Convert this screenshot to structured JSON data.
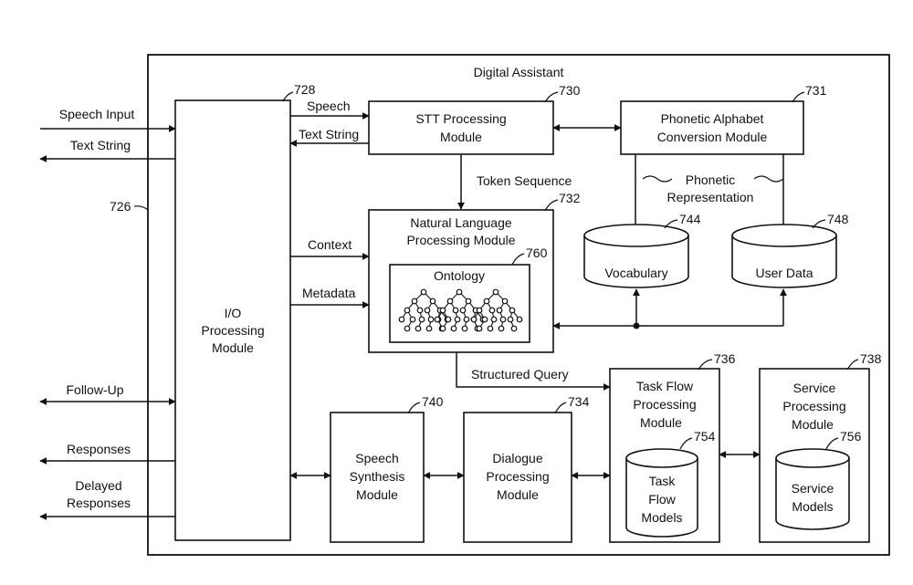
{
  "system_title": "Digital Assistant",
  "external_signals": {
    "speech_input": "Speech Input",
    "text_string": "Text String",
    "follow_up": "Follow-Up",
    "responses": "Responses",
    "delayed_responses_line1": "Delayed",
    "delayed_responses_line2": "Responses",
    "ref_726": "726"
  },
  "io_module": {
    "lines": [
      "I/O",
      "Processing",
      "Module"
    ],
    "ref": "728"
  },
  "stt_module": {
    "lines": [
      "STT Processing",
      "Module"
    ],
    "ref": "730"
  },
  "phonetic_module": {
    "lines": [
      "Phonetic Alphabet",
      "Conversion Module"
    ],
    "ref": "731"
  },
  "nlp_module": {
    "lines": [
      "Natural Language",
      "Processing Module"
    ],
    "ref": "732"
  },
  "ontology": {
    "label": "Ontology",
    "ref": "760"
  },
  "vocabulary_db": {
    "label": "Vocabulary",
    "ref": "744"
  },
  "user_data_db": {
    "label": "User Data",
    "ref": "748"
  },
  "task_flow_module": {
    "lines": [
      "Task Flow",
      "Processing",
      "Module"
    ],
    "ref": "736"
  },
  "task_flow_models": {
    "lines": [
      "Task",
      "Flow",
      "Models"
    ],
    "ref": "754"
  },
  "service_module": {
    "lines": [
      "Service",
      "Processing",
      "Module"
    ],
    "ref": "738"
  },
  "service_models": {
    "lines": [
      "Service",
      "Models"
    ],
    "ref": "756"
  },
  "speech_synthesis_module": {
    "lines": [
      "Speech",
      "Synthesis",
      "Module"
    ],
    "ref": "740"
  },
  "dialogue_module": {
    "lines": [
      "Dialogue",
      "Processing",
      "Module"
    ],
    "ref": "734"
  },
  "flow_labels": {
    "speech": "Speech",
    "text_string": "Text String",
    "token_sequence": "Token Sequence",
    "phonetic_line1": "Phonetic",
    "phonetic_line2": "Representation",
    "context": "Context",
    "metadata": "Metadata",
    "structured_query": "Structured Query"
  }
}
